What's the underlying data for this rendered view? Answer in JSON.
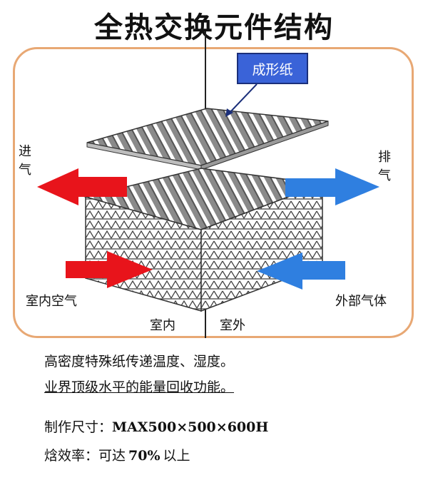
{
  "title": "全热交换元件结构",
  "callout": "成形纸",
  "labels": {
    "intake": "进气",
    "exhaust": "排气",
    "indoor_air": "室内空气",
    "outdoor_air": "外部气体",
    "indoor": "室内",
    "outdoor": "室外"
  },
  "description": [
    "高密度特殊纸传递温度、湿度。",
    "业界顶级水平的能量回收功能。"
  ],
  "specs": {
    "size_label": "制作尺寸：",
    "size_value": "MAX500×500×600H",
    "eff_label": "焓效率：可达",
    "eff_value": "70%",
    "eff_suffix": "以上"
  },
  "colors": {
    "red_arrow": "#e8141b",
    "blue_arrow": "#2f7fe0",
    "frame": "#e8a874",
    "callout": "#3a63d8"
  }
}
